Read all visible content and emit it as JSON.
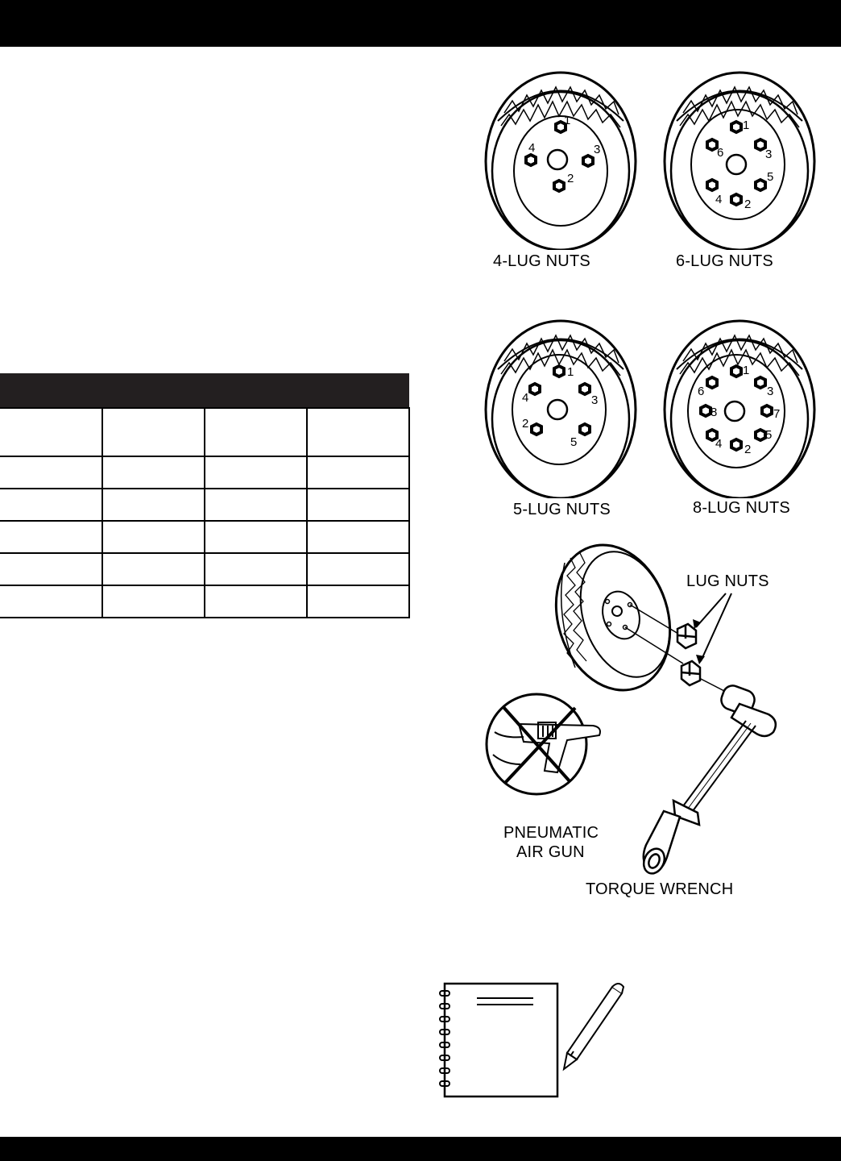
{
  "figures": {
    "lug_4": {
      "label": "4-LUG NUTS",
      "sequence": [
        "1",
        "2",
        "3",
        "4"
      ]
    },
    "lug_6": {
      "label": "6-LUG NUTS",
      "sequence": [
        "1",
        "2",
        "3",
        "4",
        "5",
        "6"
      ]
    },
    "lug_5": {
      "label": "5-LUG NUTS",
      "sequence": [
        "1",
        "2",
        "3",
        "4",
        "5"
      ]
    },
    "lug_8": {
      "label": "8-LUG NUTS",
      "sequence": [
        "1",
        "2",
        "3",
        "4",
        "5",
        "6",
        "7",
        "8"
      ]
    },
    "wheel_install": {
      "lug_nuts_label": "LUG NUTS",
      "air_gun_label_line1": "PNEUMATIC",
      "air_gun_label_line2": "AIR GUN",
      "torque_wrench_label": "TORQUE WRENCH"
    }
  },
  "torque_table": {
    "header_title": "",
    "columns": [
      "",
      "",
      "",
      ""
    ],
    "rows": [
      [
        "",
        "",
        "",
        ""
      ],
      [
        "",
        "",
        "",
        ""
      ],
      [
        "",
        "",
        "",
        ""
      ],
      [
        "",
        "",
        "",
        ""
      ],
      [
        "",
        "",
        "",
        ""
      ]
    ]
  }
}
